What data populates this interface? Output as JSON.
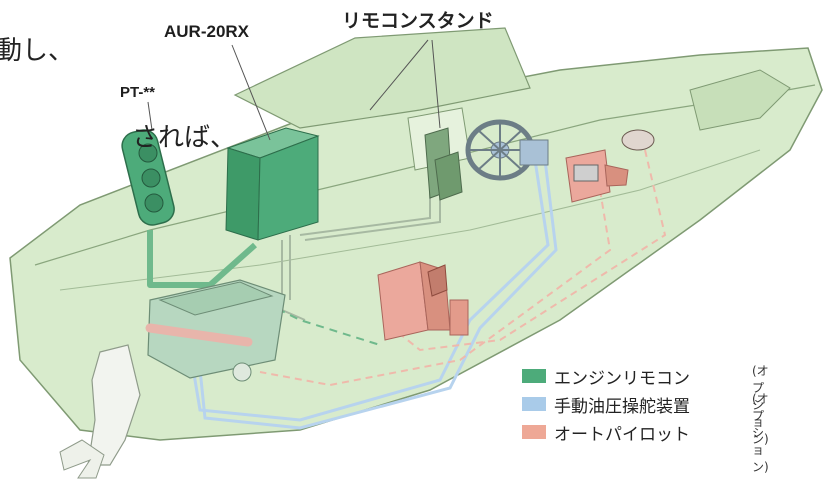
{
  "cut_text": {
    "line1": "動し、",
    "line2": "されば、"
  },
  "labels": {
    "controller": "AUR-20RX",
    "panel": "PT-**",
    "stand": "リモコンスタンド"
  },
  "legend": [
    {
      "label": "エンジンリモコン",
      "note": "",
      "color": "#4dab7a"
    },
    {
      "label": "手動油圧操舵装置",
      "note": "(オプション)",
      "color": "#a9cbe9"
    },
    {
      "label": "オートパイロット",
      "note": "(オプション)",
      "color": "#eea896"
    }
  ],
  "colors": {
    "hull": "#d8ebcc",
    "hull_stroke": "#7f9a73",
    "remote_line": "#6fb98c",
    "hydraulic_line": "#b7d3ee",
    "autopilot_line": "#efb9ab"
  }
}
